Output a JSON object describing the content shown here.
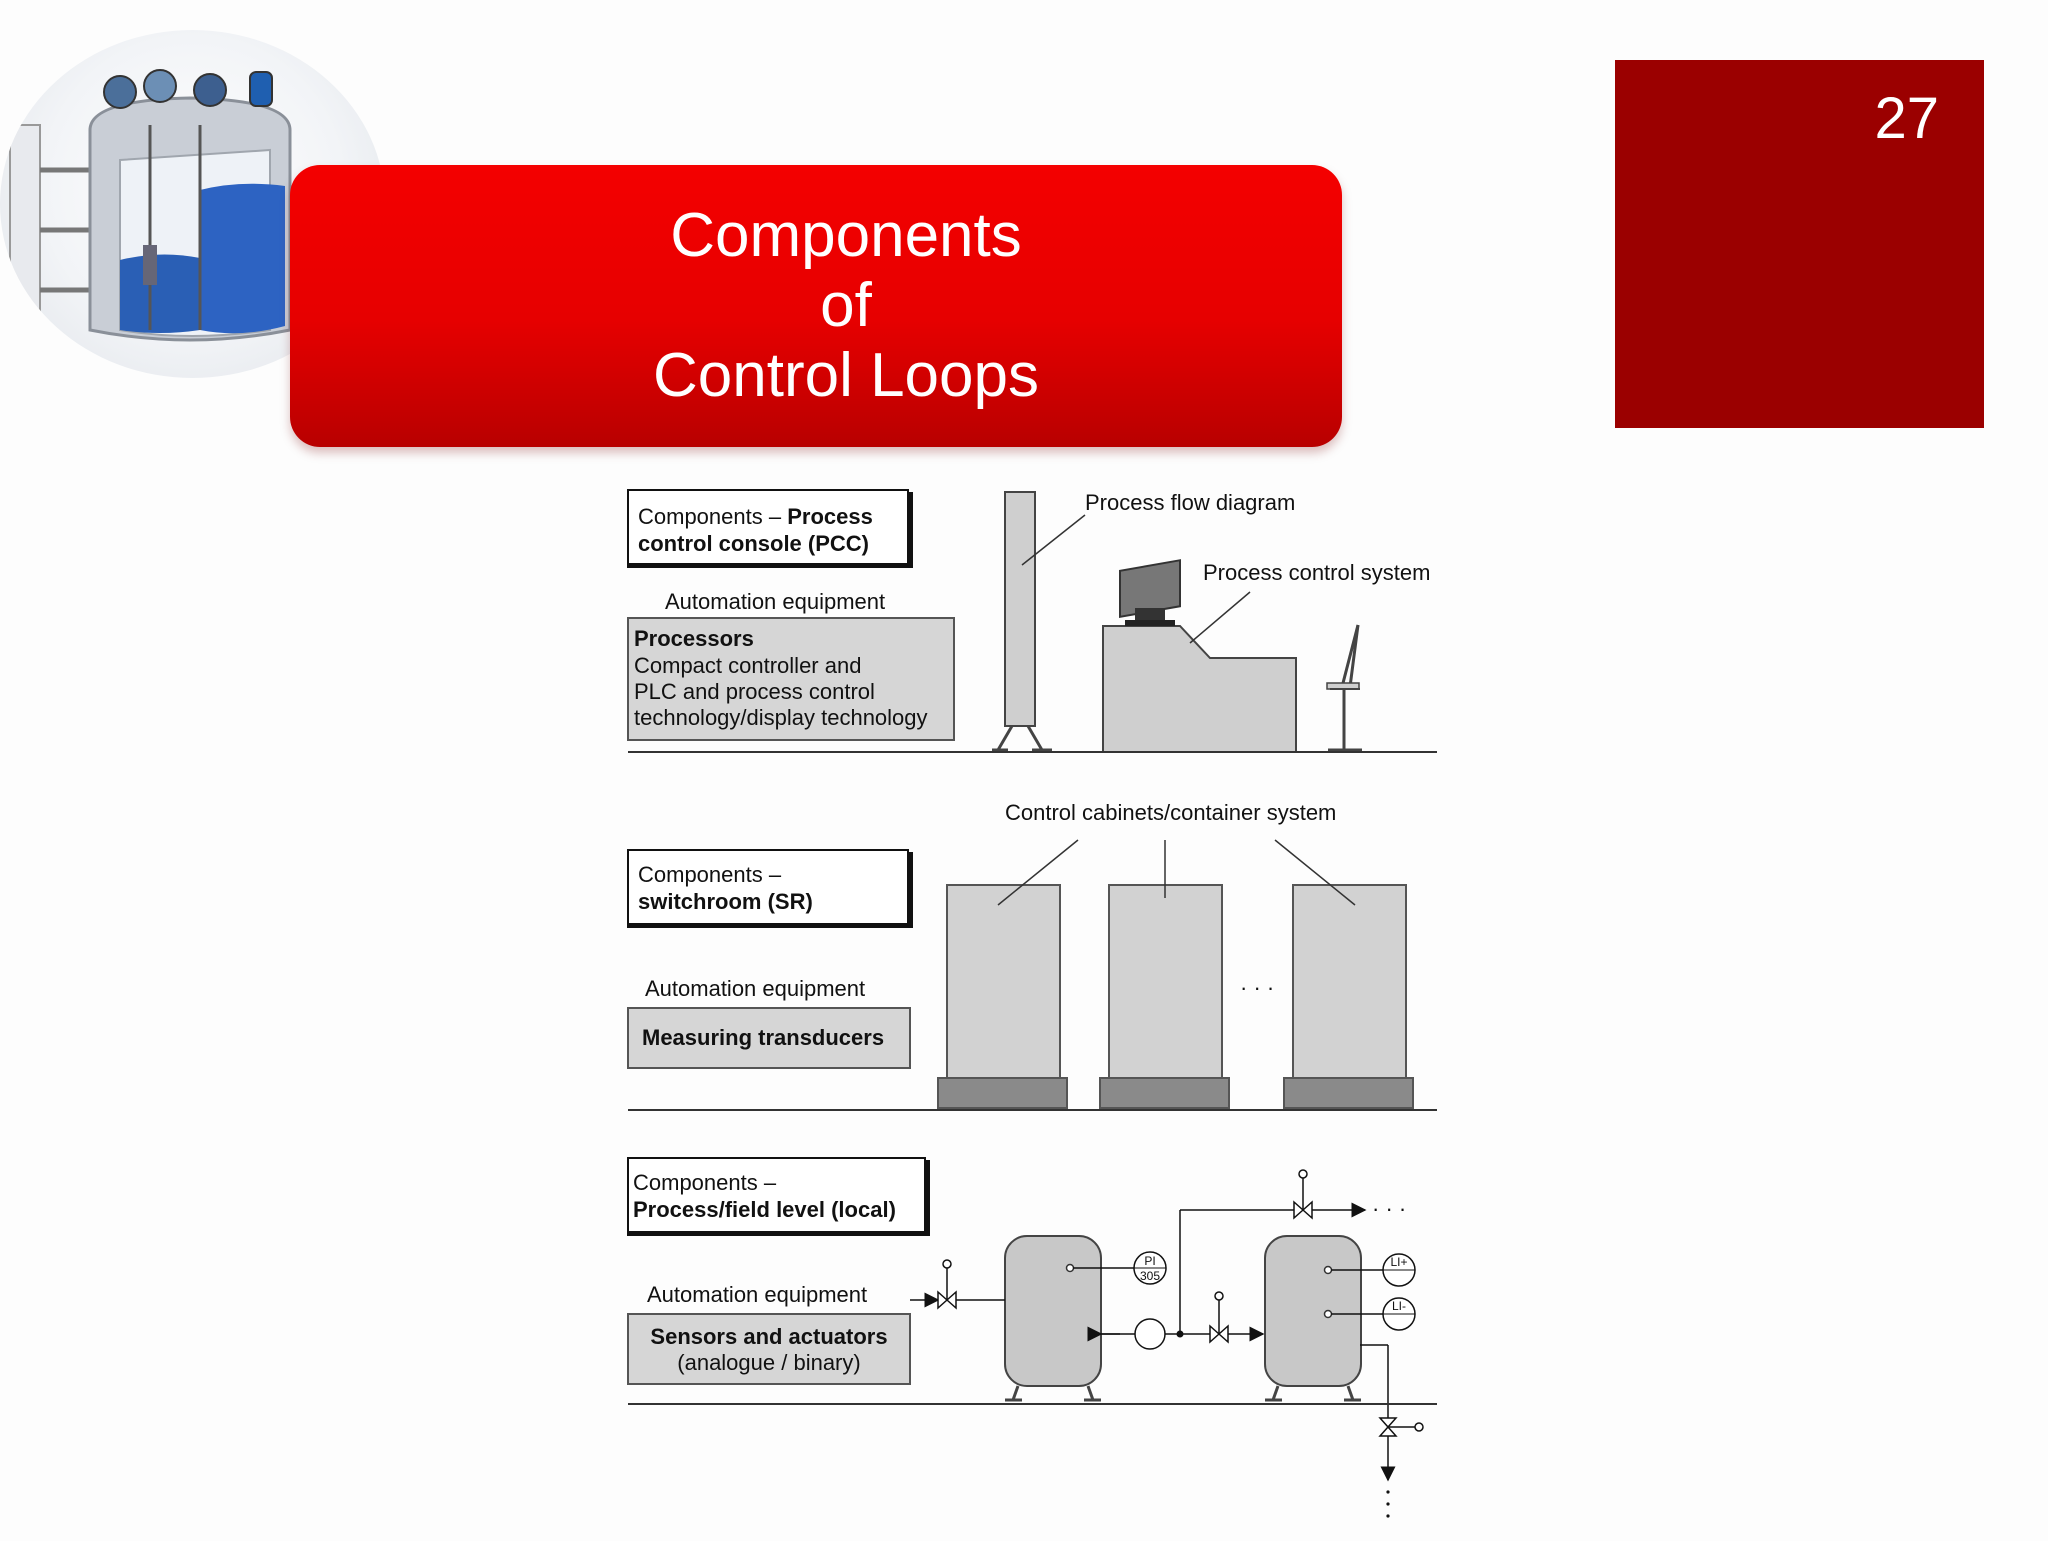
{
  "slide": {
    "page_number": "27",
    "title_lines": [
      "Components",
      "of",
      "Control Loops"
    ]
  },
  "colors": {
    "page_number_box": "#9b0000",
    "title_banner": "#e60000",
    "equipment_gray": "#cfcfcf",
    "base_gray": "#8a8a8a"
  },
  "logo": {
    "icon": "tank-level-instrumentation-logo"
  },
  "diagram": {
    "section_pcc": {
      "box_prefix": "Components – ",
      "box_bold_1": "Process",
      "box_bold_2": "control console (PCC)",
      "automation_label": "Automation equipment",
      "equipment_title": "Processors",
      "equipment_lines": [
        "Compact controller and",
        "PLC and process control",
        "technology/display technology"
      ],
      "callout_flow": "Process flow diagram",
      "callout_system": "Process control system"
    },
    "section_sr": {
      "box_line_1": "Components –",
      "box_line_2": "switchroom (SR)",
      "automation_label": "Automation equipment",
      "equipment_title": "Measuring transducers",
      "callout_cabinets": "Control cabinets/container system",
      "ellipsis": "· · ·"
    },
    "section_field": {
      "box_line_1": "Components –",
      "box_line_2": "Process/field level (local)",
      "automation_label": "Automation equipment",
      "equipment_title": "Sensors and actuators",
      "equipment_subtitle": "(analogue / binary)",
      "instrument_pi": "PI",
      "instrument_pi_tag": "305",
      "instrument_li_high": "LI+",
      "instrument_li_low": "LI-",
      "ellipsis": "· · ·"
    }
  }
}
